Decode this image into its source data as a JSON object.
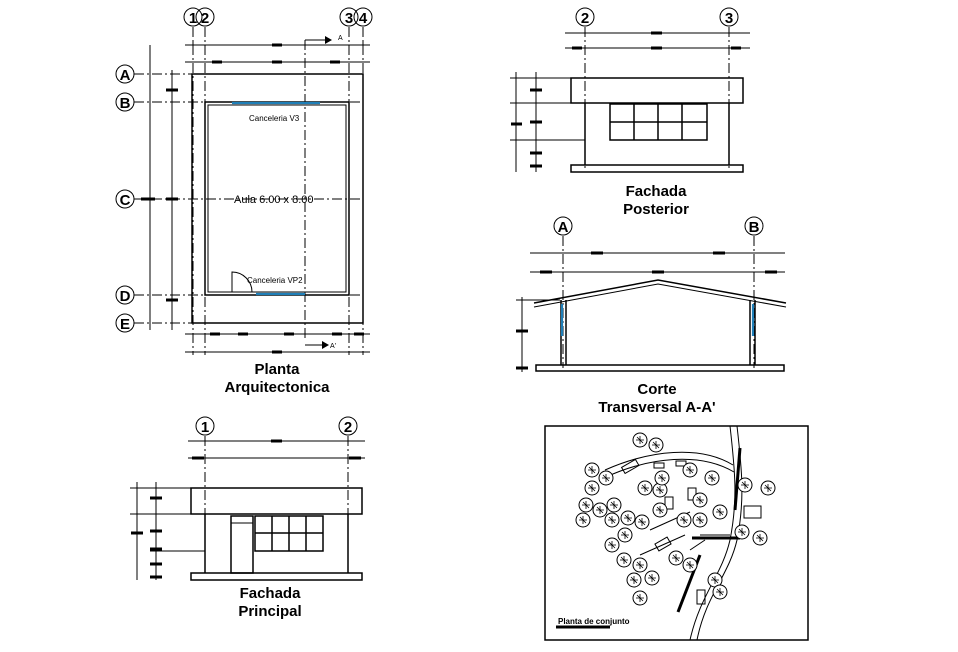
{
  "plan": {
    "title_line1": "Planta",
    "title_line2": "Arquitectonica",
    "room_label": "Aula 6.00 x 8.00",
    "window_label": "Canceleria V3",
    "door_label": "Canceleria VP2",
    "section_mark_top": "A",
    "section_mark_bottom": "A'",
    "col_axes": [
      "1",
      "2",
      "3",
      "4"
    ],
    "row_axes": [
      "A",
      "B",
      "C",
      "D",
      "E"
    ]
  },
  "rear": {
    "title_line1": "Fachada",
    "title_line2": "Posterior",
    "axes": [
      "2",
      "3"
    ]
  },
  "section": {
    "title_line1": "Corte",
    "title_line2": "Transversal A-A'",
    "axes": [
      "A",
      "B"
    ]
  },
  "front": {
    "title_line1": "Fachada",
    "title_line2": "Principal",
    "axes": [
      "1",
      "2"
    ]
  },
  "site": {
    "label": "Planta de conjunto"
  },
  "colors": {
    "line": "#000000",
    "glazing": "#1f7fb8",
    "background": "#ffffff"
  }
}
